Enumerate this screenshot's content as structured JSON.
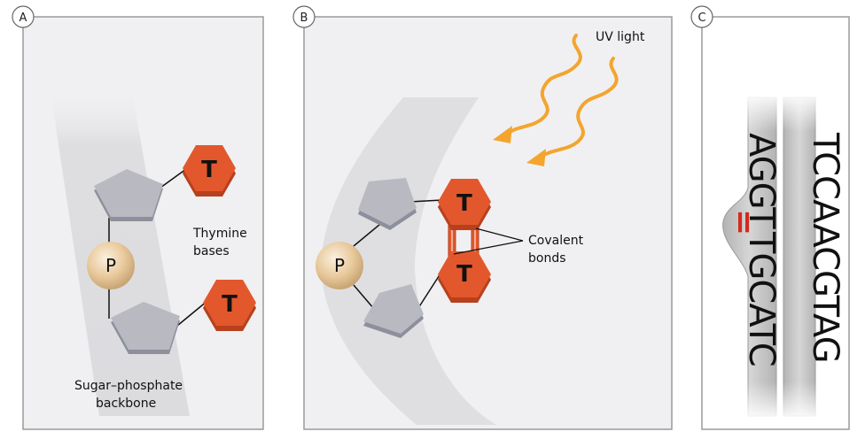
{
  "panels": [
    {
      "letter": "A"
    },
    {
      "letter": "B"
    },
    {
      "letter": "C"
    }
  ],
  "panel_a": {
    "phosphate_label": "P",
    "base_top": "T",
    "base_bottom": "T",
    "thymine_line1": "Thymine",
    "thymine_line2": "bases",
    "backbone_line1": "Sugar–phosphate",
    "backbone_line2": "backbone"
  },
  "panel_b": {
    "phosphate_label": "P",
    "base_top": "T",
    "base_bottom": "T",
    "uv_label": "UV light",
    "covalent_line1": "Covalent",
    "covalent_line2": "bonds"
  },
  "panel_c": {
    "left_strand_top": "AGGT",
    "left_strand_bottom": "TGCATC",
    "right_strand": "TCCAACGTAG",
    "dimer_bond": "="
  },
  "colors": {
    "thymine": "#e2582c",
    "thymine_dark": "#b8401d",
    "sugar": "#b9b9c2",
    "phosphate": "#e7c79a",
    "uv": "#f3a52e",
    "strand": "#c9c9c9",
    "bond": "#d42a1c"
  }
}
